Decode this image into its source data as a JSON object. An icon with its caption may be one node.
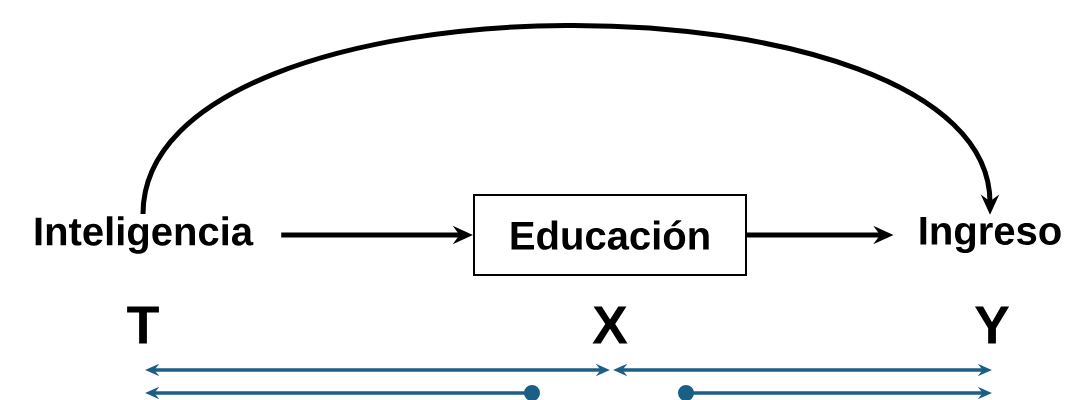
{
  "diagram": {
    "nodes": [
      {
        "text": [
          "Inteligencia"
        ]
      },
      {
        "text": [
          "Educación"
        ]
      },
      {
        "text": [
          "Ingreso"
        ]
      }
    ],
    "edges": [
      {
        "from": 0,
        "to": 1,
        "arrow": "to"
      },
      {
        "from": 1,
        "to": 2,
        "arrow": "to"
      },
      {
        "from": 0,
        "to": 2,
        "arrow": "to"
      }
    ],
    "labels": [
      "T",
      "X",
      "Y"
    ]
  }
}
